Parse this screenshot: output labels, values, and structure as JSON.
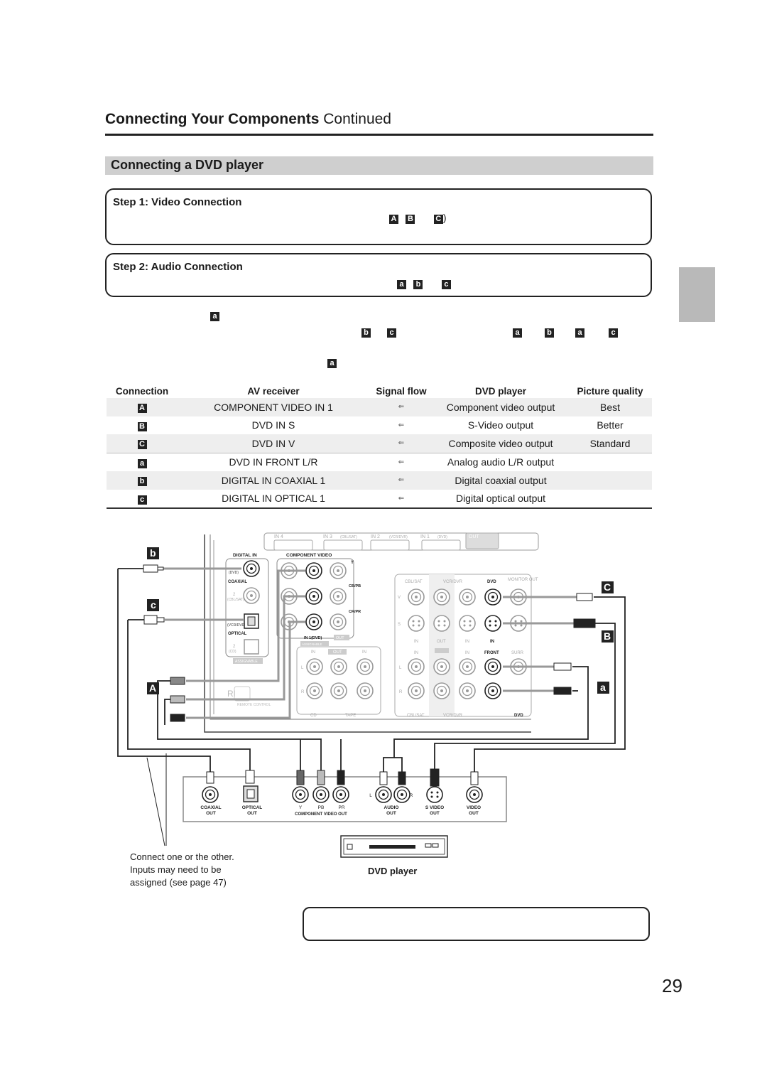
{
  "header": {
    "title_bold": "Connecting Your Components",
    "title_light": "Continued"
  },
  "section": {
    "title": "Connecting a DVD player"
  },
  "steps": [
    {
      "label": "Step 1: Video Connection",
      "tags": [
        "A",
        "B",
        "C"
      ],
      "close": ")"
    },
    {
      "label": "Step 2: Audio Connection",
      "tags": [
        "a",
        "b",
        "c"
      ]
    }
  ],
  "body_tags": {
    "line1": [
      "a"
    ],
    "line2": [
      "b",
      "c",
      "a",
      "b",
      "a",
      "c"
    ],
    "line3": [
      "a"
    ]
  },
  "table": {
    "headers": [
      "Connection",
      "AV receiver",
      "Signal flow",
      "DVD player",
      "Picture quality"
    ],
    "rows": [
      {
        "tag": "A",
        "receiver": "COMPONENT VIDEO IN 1",
        "flow": "⇐",
        "player": "Component video output",
        "quality": "Best"
      },
      {
        "tag": "B",
        "receiver": "DVD IN S",
        "flow": "⇐",
        "player": "S-Video output",
        "quality": "Better"
      },
      {
        "tag": "C",
        "receiver": "DVD IN V",
        "flow": "⇐",
        "player": "Composite video output",
        "quality": "Standard"
      },
      {
        "tag": "a",
        "receiver": "DVD IN FRONT L/R",
        "flow": "⇐",
        "player": "Analog audio L/R output",
        "quality": ""
      },
      {
        "tag": "b",
        "receiver": "DIGITAL IN COAXIAL 1",
        "flow": "⇐",
        "player": "Digital coaxial output",
        "quality": ""
      },
      {
        "tag": "c",
        "receiver": "DIGITAL IN OPTICAL 1",
        "flow": "⇐",
        "player": "Digital optical output",
        "quality": ""
      }
    ]
  },
  "diagram": {
    "callouts": [
      "b",
      "c",
      "A",
      "C",
      "B",
      "a"
    ],
    "receiver_labels": {
      "hdmi": [
        "IN 4",
        "IN 3",
        "(CBL/SAT)",
        "IN 2",
        "(VCR/DVR)",
        "IN 1",
        "(DVD)",
        "OUT"
      ],
      "digital_in": "DIGITAL IN",
      "component_video": "COMPONENT VIDEO",
      "comp_y": "Y",
      "comp_pb": "CB/PB",
      "comp_pr": "CR/PR",
      "dvd_small": "(DVD)",
      "coaxial": "COAXIAL",
      "cbl_sat_small": "(CBL/SAT)",
      "optical": "OPTICAL",
      "vcr_dvr_small": "(VCR/DVR)",
      "cd_small": "(CD)",
      "num_2": "2",
      "in_dvd": "IN 1(DVD)",
      "assignable": "ASSIGNABLE",
      "remote_control": "REMOTE CONTROL",
      "ri": "RI",
      "cbl_sat": "CBL/SAT",
      "vcr_dvr": "VCR/DVR",
      "dvd": "DVD",
      "monitor_out": "MONITOR OUT",
      "in": "IN",
      "out": "OUT",
      "front": "FRONT",
      "surr": "SURR",
      "cd": "CD",
      "tape": "TAPE",
      "v": "V",
      "s": "S",
      "l": "L",
      "r": "R"
    },
    "player_labels": {
      "coaxial_out": [
        "COAXIAL",
        "OUT"
      ],
      "optical_out": [
        "OPTICAL",
        "OUT"
      ],
      "y": "Y",
      "pb": "PB",
      "pr": "PR",
      "component_video_out": "COMPONENT VIDEO OUT",
      "audio_out": [
        "AUDIO",
        "OUT"
      ],
      "s_video_out": [
        "S VIDEO",
        "OUT"
      ],
      "video_out": [
        "VIDEO",
        "OUT"
      ],
      "l": "L",
      "r": "R"
    }
  },
  "caption": [
    "Connect one or the other.",
    "Inputs may need to be",
    "assigned (see page 47)"
  ],
  "dvd_player_label": "DVD player",
  "page_number": "29"
}
